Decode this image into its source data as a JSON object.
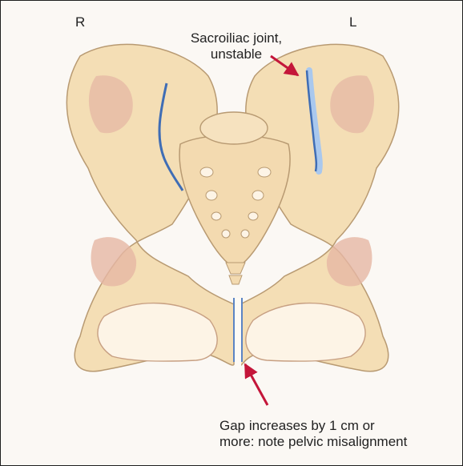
{
  "diagram": {
    "side_right": "R",
    "side_left": "L",
    "joint_label_line1": "Sacroiliac joint,",
    "joint_label_line2": "unstable",
    "gap_label_line1": "Gap increases by 1 cm or",
    "gap_label_line2": "more: note pelvic misalignment"
  },
  "colors": {
    "bone": "#f4deb5",
    "bone_shadow": "#e6b7a4",
    "outline": "#b89a72",
    "joint_line": "#3f6db5",
    "joint_highlight": "#a9c8ee",
    "arrow": "#c4163a",
    "background": "#fbf8f4"
  }
}
